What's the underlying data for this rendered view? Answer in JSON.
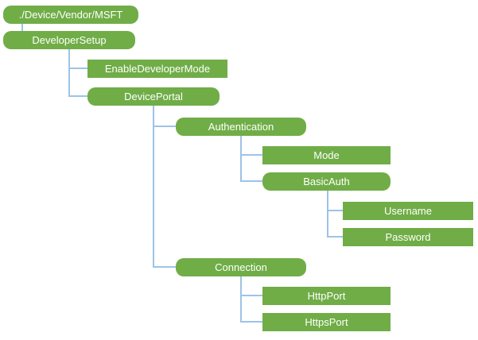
{
  "diagram": {
    "type": "tree",
    "description": "CSP configuration tree diagram",
    "nodes": [
      {
        "label": "./Device/Vendor/MSFT",
        "shape": "rounded"
      },
      {
        "label": "DeveloperSetup",
        "shape": "rounded"
      },
      {
        "label": "EnableDeveloperMode",
        "shape": "rect"
      },
      {
        "label": "DevicePortal",
        "shape": "rounded"
      },
      {
        "label": "Authentication",
        "shape": "rounded"
      },
      {
        "label": "Mode",
        "shape": "rect"
      },
      {
        "label": "BasicAuth",
        "shape": "rounded"
      },
      {
        "label": "Username",
        "shape": "rect"
      },
      {
        "label": "Password",
        "shape": "rect"
      },
      {
        "label": "Connection",
        "shape": "rounded"
      },
      {
        "label": "HttpPort",
        "shape": "rect"
      },
      {
        "label": "HttpsPort",
        "shape": "rect"
      }
    ],
    "tree": {
      "./Device/Vendor/MSFT": {
        "DeveloperSetup": {
          "EnableDeveloperMode": {},
          "DevicePortal": {
            "Authentication": {
              "Mode": {},
              "BasicAuth": {
                "Username": {},
                "Password": {}
              }
            },
            "Connection": {
              "HttpPort": {},
              "HttpsPort": {}
            }
          }
        }
      }
    },
    "colors": {
      "node_fill": "#70AD47",
      "node_text": "#FFFFFF",
      "connector": "#9DC3E6",
      "background": "#FFFFFF"
    }
  }
}
